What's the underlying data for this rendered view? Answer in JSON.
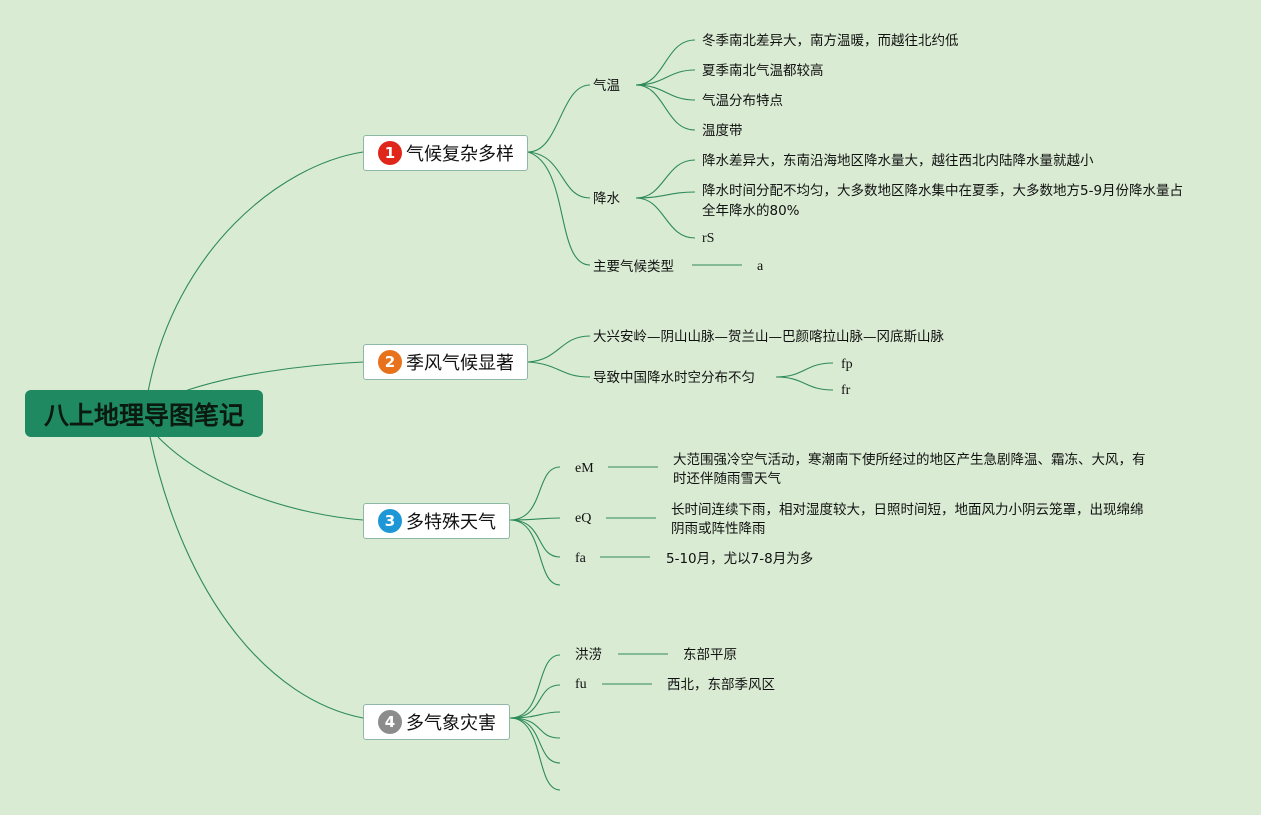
{
  "root": {
    "title": "八上地理导图笔记"
  },
  "branches": [
    {
      "number": "1",
      "label": "气候复杂多样",
      "badge_color": "#e0261a",
      "children": [
        {
          "label": "气温",
          "children": [
            "冬季南北差异大，南方温暖，而越往北约低",
            "夏季南北气温都较高",
            "气温分布特点",
            "温度带"
          ]
        },
        {
          "label": "降水",
          "children": [
            "降水差异大，东南沿海地区降水量大，越往西北内陆降水量就越小",
            "降水时间分配不均匀，大多数地区降水集中在夏季，大多数地方5-9月份降水量占",
            "全年降水的80%",
            "rS"
          ]
        },
        {
          "label": "主要气候类型",
          "children": [
            "a"
          ]
        }
      ]
    },
    {
      "number": "2",
      "label": "季风气候显著",
      "badge_color": "#e8711c",
      "children": [
        {
          "label": "大兴安岭—阴山山脉—贺兰山—巴颜喀拉山脉—冈底斯山脉",
          "children": []
        },
        {
          "label": "导致中国降水时空分布不匀",
          "children": [
            "fp",
            "fr"
          ]
        }
      ]
    },
    {
      "number": "3",
      "label": "多特殊天气",
      "badge_color": "#1e97d6",
      "children": [
        {
          "label": "eM",
          "children": [
            "大范围强冷空气活动，寒潮南下使所经过的地区产生急剧降温、霜冻、大风，有",
            "时还伴随雨雪天气"
          ]
        },
        {
          "label": "eQ",
          "children": [
            "长时间连续下雨，相对湿度较大，日照时间短，地面风力小阴云笼罩，出现绵绵",
            "阴雨或阵性降雨"
          ]
        },
        {
          "label": "fa",
          "children": [
            "5-10月，尤以7-8月为多"
          ]
        }
      ]
    },
    {
      "number": "4",
      "label": "多气象灾害",
      "badge_color": "#8c8c8c",
      "children": [
        {
          "label": "洪涝",
          "children": [
            "东部平原"
          ]
        },
        {
          "label": "fu",
          "children": [
            "西北，东部季风区"
          ]
        }
      ]
    }
  ],
  "colors": {
    "background": "#d9ebd3",
    "root": "#1f8a62",
    "line": "#2e8b57"
  }
}
